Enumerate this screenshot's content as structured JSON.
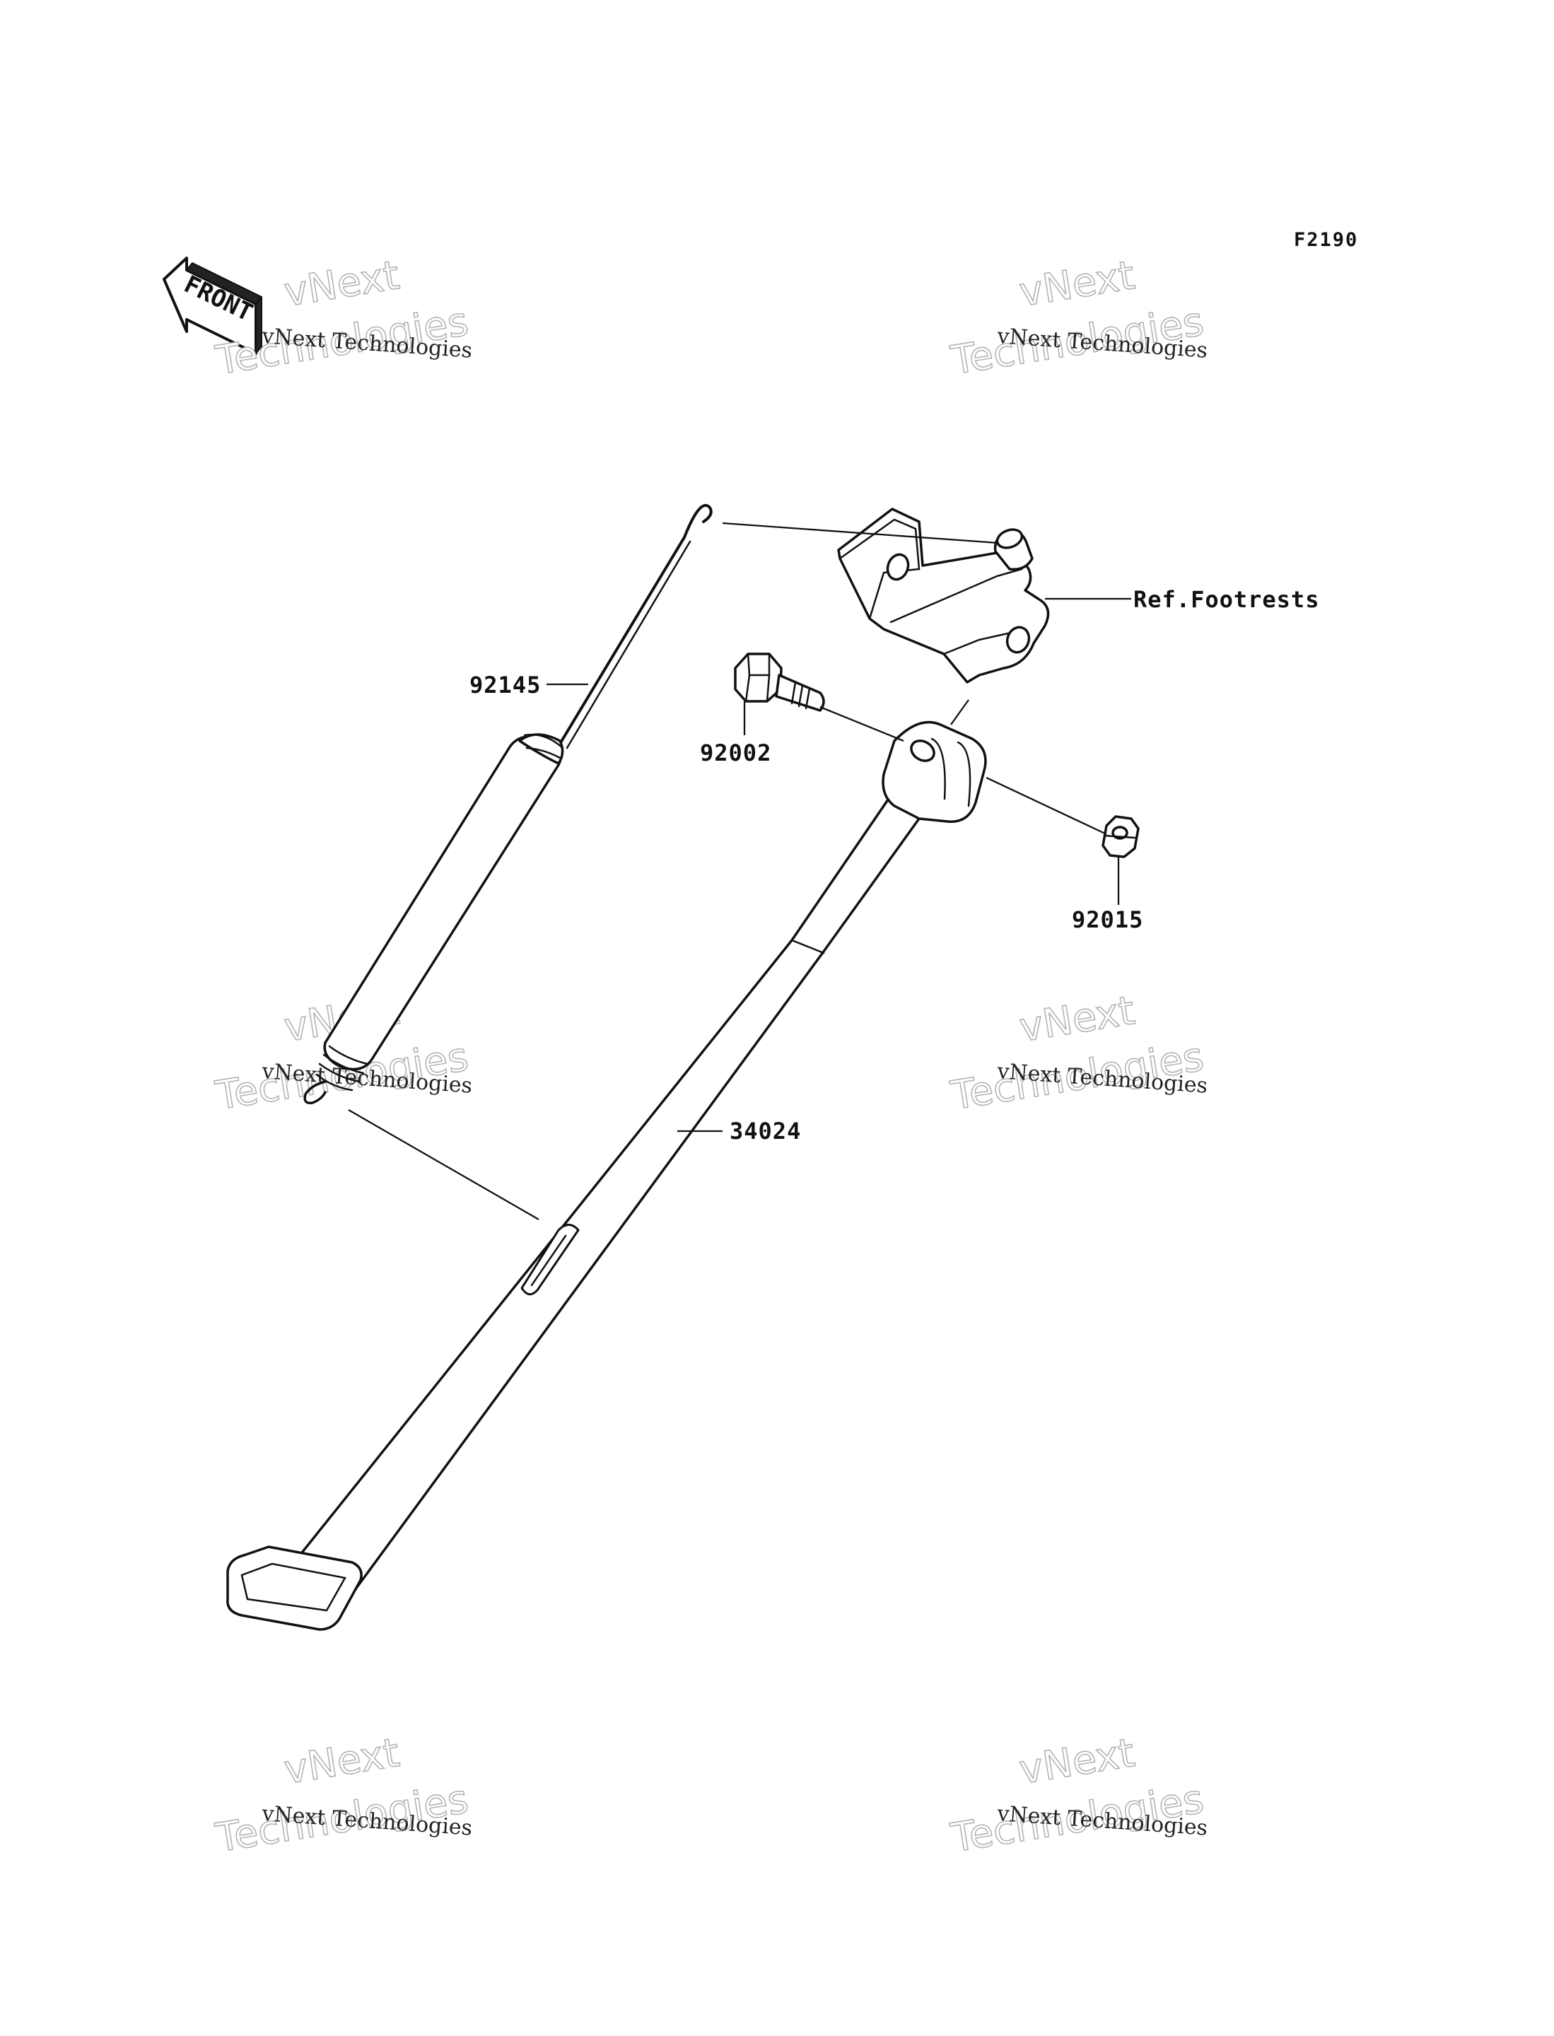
{
  "diagram": {
    "code": "F2190",
    "front_arrow_text": "FRONT",
    "ref_label": "Ref.Footrests",
    "parts": [
      {
        "number": "92145"
      },
      {
        "number": "92002"
      },
      {
        "number": "92015"
      },
      {
        "number": "34024"
      }
    ]
  },
  "watermark": {
    "line_small": "vNext Technologies",
    "line_big_top": "vNext",
    "line_big_bottom": "Technologies"
  },
  "icons": [
    "front-arrow-icon"
  ]
}
